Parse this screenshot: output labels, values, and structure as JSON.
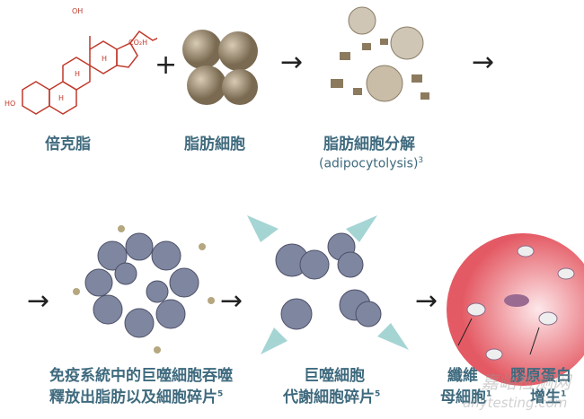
{
  "top": {
    "molecule_label": "倍克脂",
    "fat_cells_label": "脂肪細胞",
    "lysis_label": "脂肪細胞分解",
    "lysis_sub": "(adipocytolysis)",
    "lysis_ref": "3",
    "plus": "+",
    "arrow": "→",
    "molecule_text": {
      "oh1": "OH",
      "oh2": "HO",
      "h1": "H",
      "h2": "H",
      "h3": "H",
      "co2h": "CO₂H"
    }
  },
  "bottom": {
    "arrow": "→",
    "macrophage_label_1": "免疫系統中的巨噬細胞吞噬",
    "macrophage_label_2": "釋放出脂肪以及細胞碎片",
    "macrophage_ref": "5",
    "metab_label_1": "巨噬細胞",
    "metab_label_2": "代謝細胞碎片",
    "metab_ref": "5",
    "fibro_label_1": "纖維",
    "fibro_label_2": "母細胞",
    "fibro_ref": "1",
    "collagen_label_1": "膠原蛋白",
    "collagen_label_2": "增生",
    "collagen_ref": "1"
  },
  "watermark": {
    "cn": "嘉峪检测网",
    "en": "anytesting.com"
  }
}
